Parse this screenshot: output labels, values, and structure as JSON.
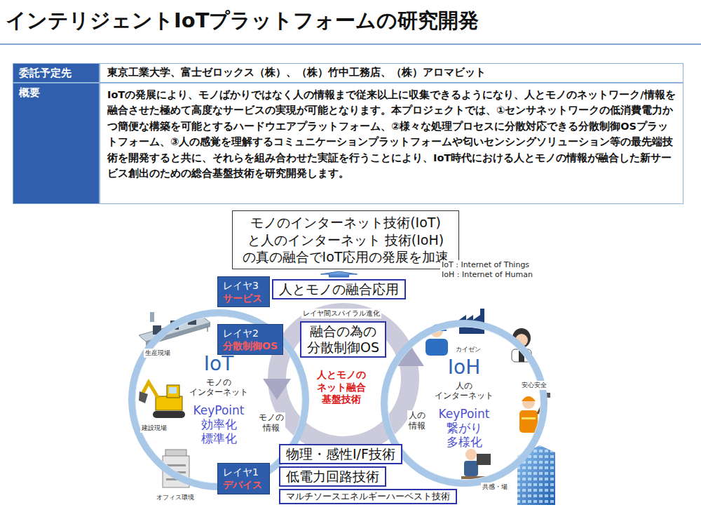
{
  "diagram": {
    "title": "インテリジェントIoTプラットフォームの研究開発",
    "nodes": [
      {
        "text": [
          "モノのインターネット技術(IoT)と人のインターネット 技術(IoH)の真の融合でIoT応用の発展を加速"
        ]
      },
      {
        "text": [
          "レイヤ3",
          "サービス"
        ]
      },
      {
        "text": [
          "人とモノの融合応用"
        ]
      },
      {
        "text": [
          "レイヤ2",
          "分散制御OS"
        ]
      },
      {
        "text": [
          "融合の為の 分散制御OS"
        ]
      },
      {
        "text": [
          "IoT",
          "モノの インターネット",
          "KeyPoint 効率化 標準化"
        ]
      },
      {
        "text": [
          "IoH",
          "人の インターネット",
          "KeyPoint 繋がり 多様化"
        ]
      },
      {
        "text": [
          "レイヤ1",
          "デバイス"
        ]
      },
      {
        "text": [
          "物理・感性I/F技術"
        ]
      },
      {
        "text": [
          "低電力回路技術"
        ]
      },
      {
        "text": [
          "マルチソースエネルギーハーベスト技術"
        ]
      }
    ],
    "edges": [
      {
        "from": 2,
        "to": 0,
        "arrow": "to"
      }
    ],
    "labels": [
      "委託予定先",
      "東京工業大学、富士ゼロックス（株）、（株）竹中工務店、（株）アロマビット",
      "概要",
      "IoTの発展により、モノばかりではなく人の情報まで従来以上に収集できるようになり、人とモノのネットワーク/情報を融合させた極めて高度なサービスの実現が可能となります。本プロジェクトでは、①センサネットワークの低消費電力かつ簡便な構築を可能とするハードウエアプラットフォーム、②様々な処理プロセスに分散対応できる分散制御OSプラットフォーム、③人の感覚を理解するコミュニケーションプラットフォームや匂いセンシングソリューション等の最先端技術を開発すると共に、それらを組み合わせた実証を行うことにより、IoT時代における人とモノの情報が融合した新サービス創出のための総合基盤技術を研究開発します。",
      "IoT : Internet of Things",
      "IoH : Internet of Human",
      "レイヤ間スパイラル進化",
      "人とモノの ネット融合 基盤技術",
      "モノの 情報",
      "人の 情報",
      "生産現場",
      "建設現場",
      "オフィス環境",
      "カイゼン",
      "安心安全",
      "共感・場"
    ]
  }
}
